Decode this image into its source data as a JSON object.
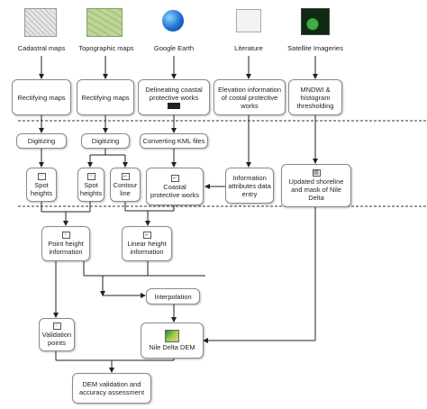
{
  "sources": {
    "cadastral": "Cadastral maps",
    "topographic": "Topographic maps",
    "google_earth": "Google Earth",
    "literature": "Literature",
    "satellite": "Satellite Imageries"
  },
  "steps": {
    "rectify_cad": "Rectifying maps",
    "rectify_topo": "Rectifying maps",
    "delineating": "Delineating coastal protective works",
    "elevation_info": "Elevation information of costal protective works",
    "mndwi": "MNDWI & histogram thresholding",
    "digitizing_cad": "Digitizing",
    "digitizing_topo": "Digitizing",
    "converting_kml": "Converting KML files",
    "spot_heights_cad": "Spot heights",
    "spot_heights_topo": "Spot heights",
    "contour_line": "Contour line",
    "coastal_works": "Coastal protective works",
    "info_attributes": "Information attributes data entry",
    "updated_shoreline": "Updated shoreline and mask of Nile Delta",
    "point_height": "Point height information",
    "linear_height": "Linear height information",
    "interpolation": "Interpolation",
    "validation_points": "Validation points",
    "dem": "Nile Delta DEM",
    "dem_validation": "DEM validation and accuracy assessment"
  },
  "colors": {
    "box_border": "#8a8a8a",
    "arrow": "#222222",
    "dashed": "#333333"
  }
}
